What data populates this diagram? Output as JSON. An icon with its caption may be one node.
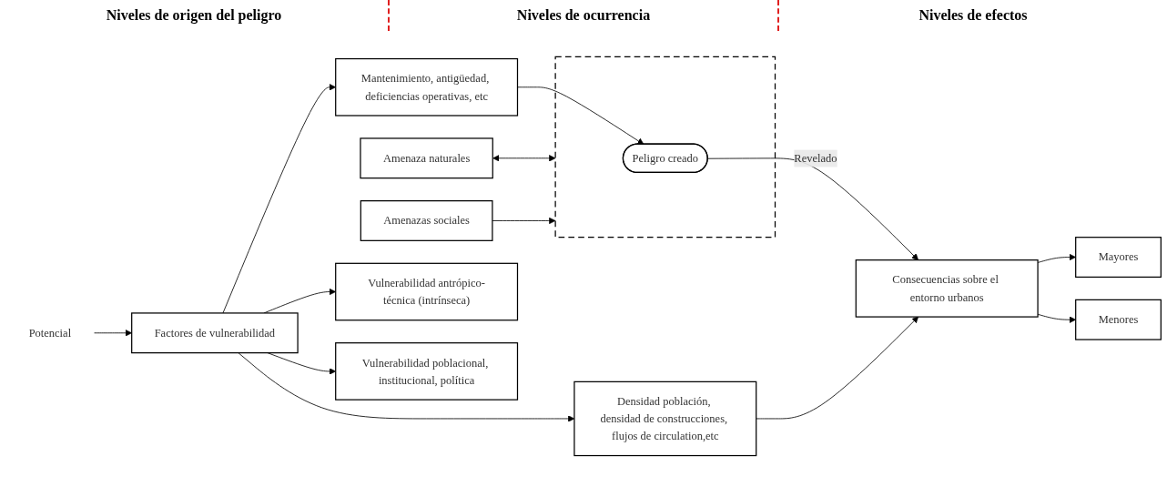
{
  "diagram": {
    "nodes": [
      {
        "text": [
          "Amenaza naturales"
        ]
      },
      {
        "text": [],
        "shape": "box"
      },
      {
        "text": [
          "Peligro creado"
        ],
        "in": 1
      },
      {
        "text": [
          "Consecuencias sobre el entorno urbanos"
        ]
      },
      {
        "text": [
          "Mayores"
        ]
      },
      {
        "text": [
          "Menores"
        ]
      },
      {
        "text": [
          "Potencial"
        ]
      },
      {
        "text": [
          "Amenazas sociales"
        ]
      },
      {
        "text": [
          "Mantenimiento, antigüedad, deficiencias operativas, etc"
        ]
      },
      {
        "text": [
          "Factores de vulnerabilidad"
        ]
      },
      {
        "text": [
          "Densidad población, densidad de construcciones, flujos de circulation,etc"
        ]
      },
      {
        "text": [
          "Vulnerabilidad antrópico-técnica (intrínseca)"
        ]
      },
      {
        "text": [
          "Vulnerabilidad poblacional, institucional, política"
        ]
      }
    ],
    "edges": [
      {
        "from": 0,
        "to": 1,
        "arrow": "both"
      },
      {
        "from": 7,
        "to": 1,
        "arrow": "to"
      },
      {
        "from": 8,
        "to": 2,
        "arrow": "to"
      },
      {
        "from": 2,
        "to": 3,
        "arrow": "to",
        "label": "Revelado"
      },
      {
        "from": 3,
        "to": 4,
        "arrow": "to"
      },
      {
        "from": 3,
        "to": 5,
        "arrow": "to"
      },
      {
        "from": 6,
        "to": 9,
        "arrow": "to"
      },
      {
        "from": 9,
        "to": 8,
        "arrow": "to"
      },
      {
        "from": 9,
        "to": 10,
        "arrow": "to"
      },
      {
        "from": 10,
        "to": 3,
        "arrow": "to"
      },
      {
        "from": 9,
        "to": 11,
        "arrow": "to"
      },
      {
        "from": 9,
        "to": 12,
        "arrow": "to"
      }
    ],
    "labels": [
      "Niveles de origen del peligro",
      "Niveles de ocurrencia",
      "Niveles de efectos"
    ]
  }
}
